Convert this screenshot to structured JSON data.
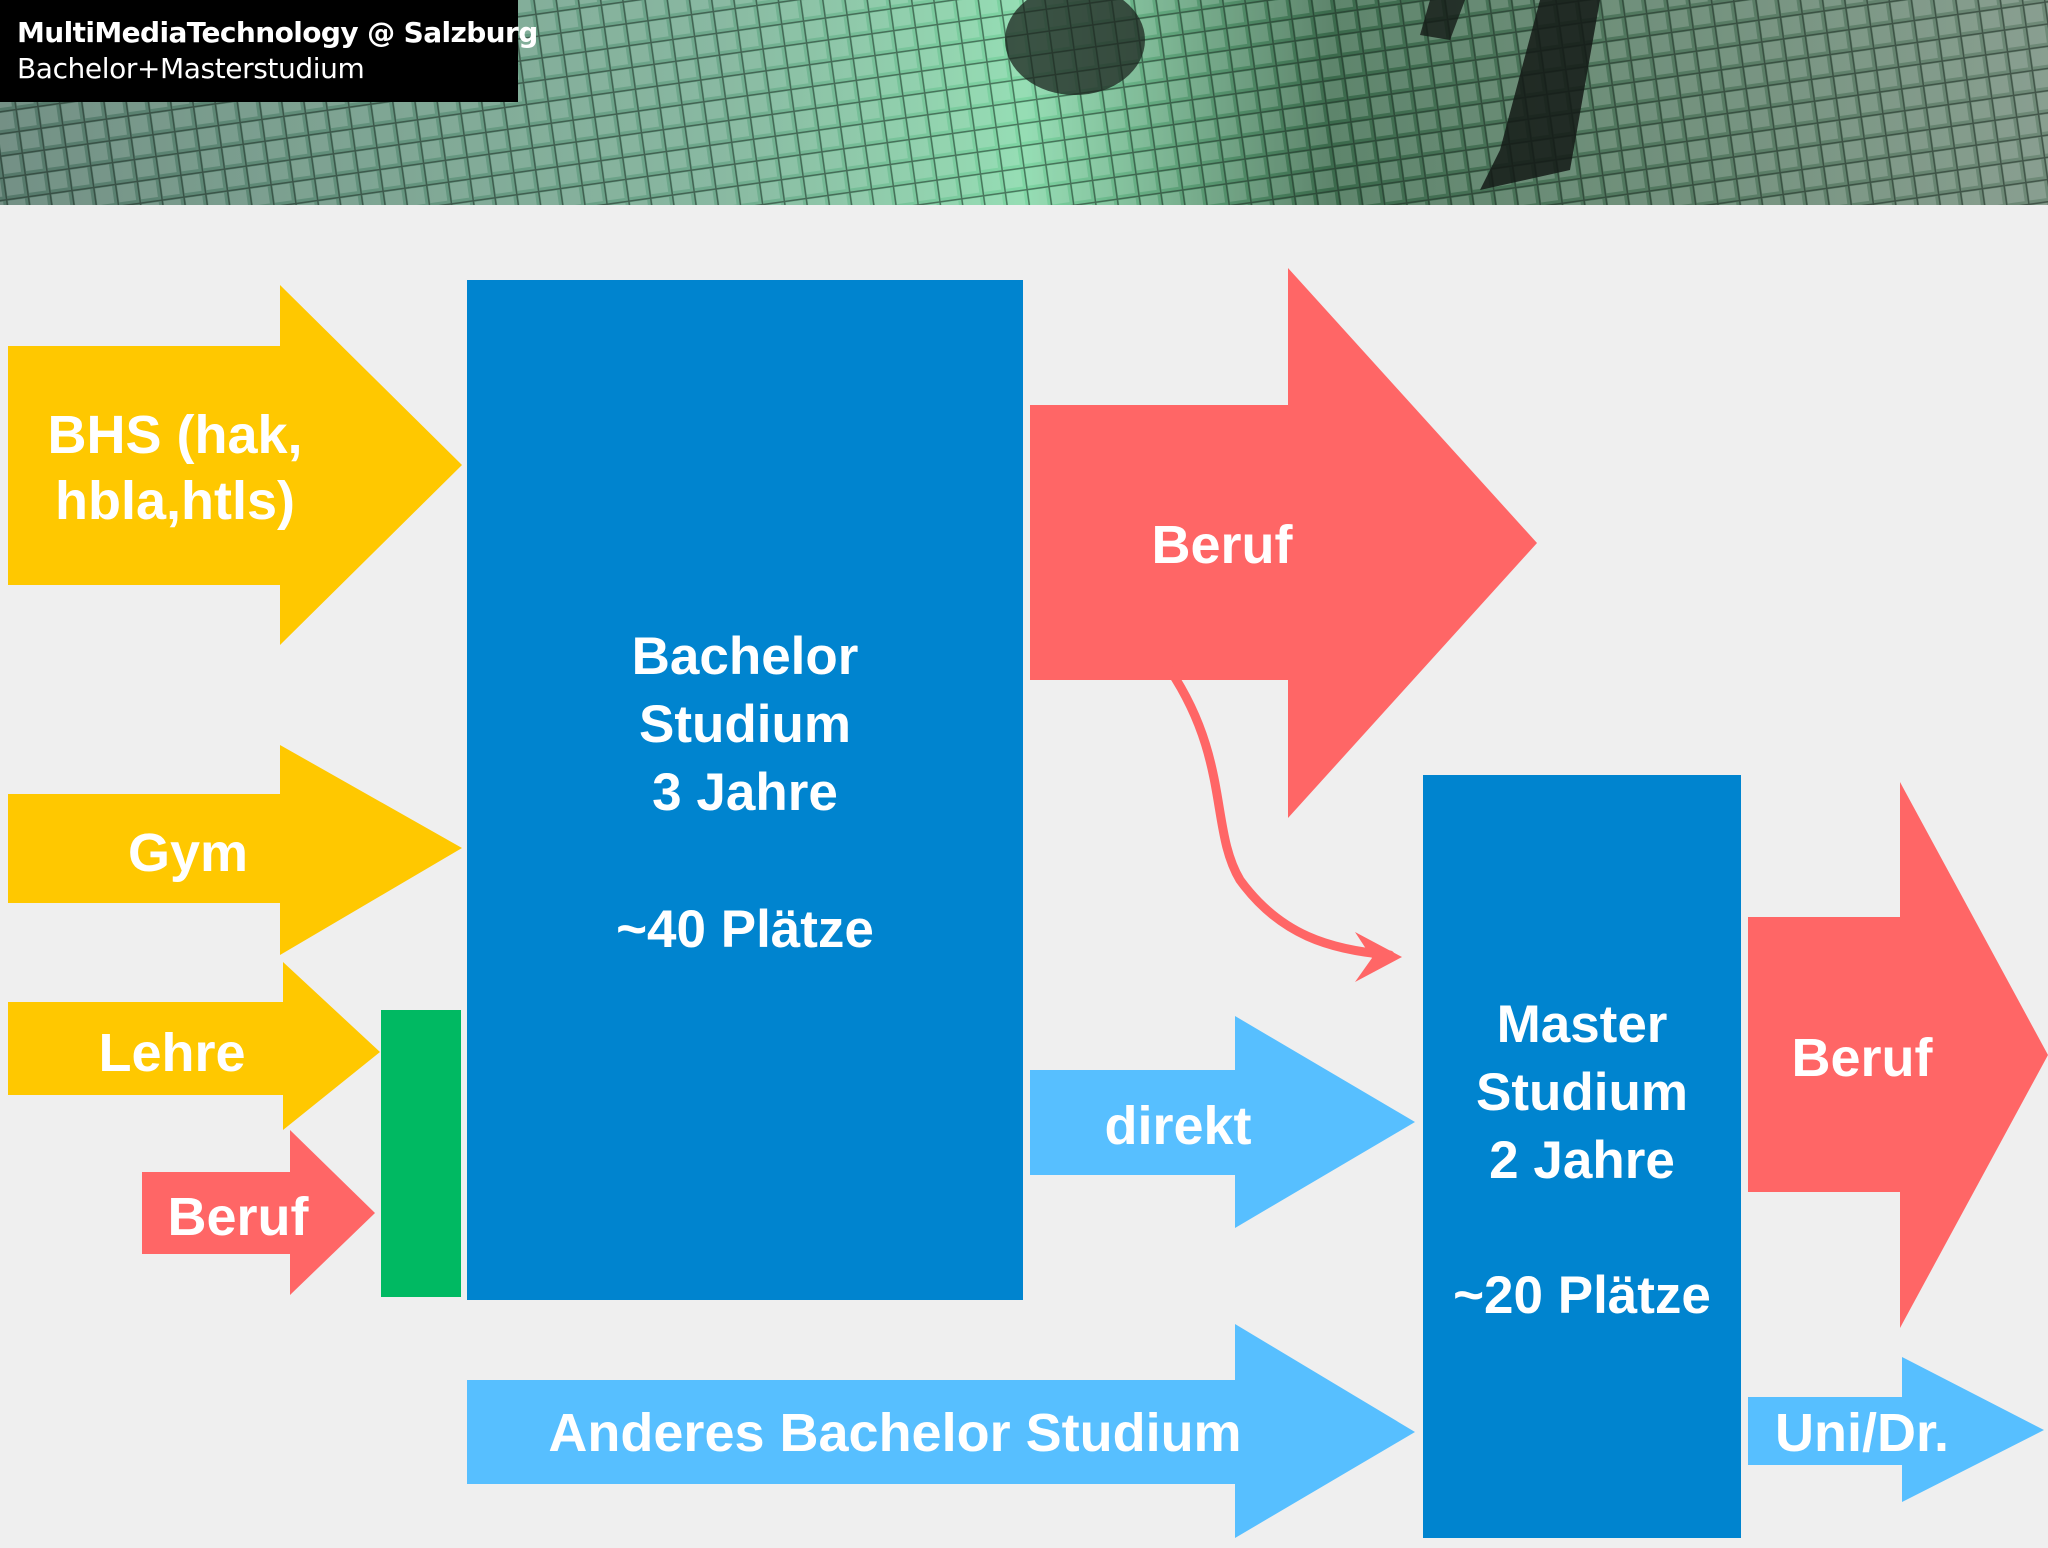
{
  "header": {
    "title": "MultiMediaTechnology @ Salzburg",
    "subtitle": "Bachelor+Masterstudium"
  },
  "colors": {
    "yellow": "#ffc800",
    "red": "#ff6666",
    "dark_blue": "#0084cf",
    "light_blue": "#57bfff",
    "green": "#00b962",
    "background": "#efefef"
  },
  "diagram": {
    "inputs": {
      "bhs": "BHS (hak,\nhbla,htls)",
      "gym": "Gym",
      "lehre": "Lehre",
      "beruf": "Beruf"
    },
    "bachelor": {
      "title": "Bachelor\nStudium\n3 Jahre",
      "places": "~40 Plätze"
    },
    "master": {
      "title": "Master\nStudium\n2 Jahre",
      "places": "~20 Plätze"
    },
    "outputs": {
      "beruf_after_bachelor": "Beruf",
      "direkt": "direkt",
      "anderes": "Anderes Bachelor Studium",
      "beruf_after_master": "Beruf",
      "uni": "Uni/Dr."
    }
  }
}
